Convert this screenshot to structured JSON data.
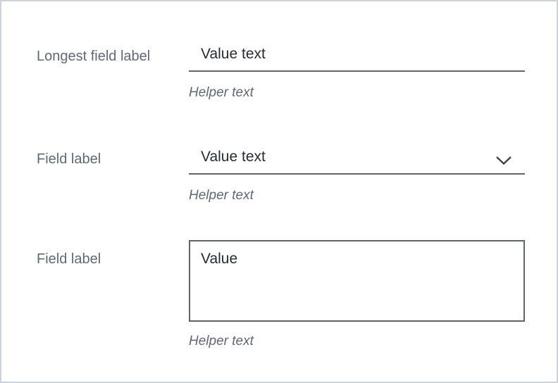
{
  "window": {
    "background": "#ffffff",
    "border_color": "#ccd2da"
  },
  "form": {
    "fields": [
      {
        "label": "Longest field label",
        "value": "Value text",
        "helper": "Helper text",
        "control": "text-input"
      },
      {
        "label": "Field label",
        "value": "Value text",
        "helper": "Helper text",
        "control": "select"
      },
      {
        "label": "Field label",
        "value": "Value",
        "helper": "Helper text",
        "control": "textarea"
      }
    ]
  },
  "icons": {
    "select_chevron": "chevron-down"
  },
  "colors": {
    "label_text": "#5f6876",
    "value_text": "#262b33",
    "helper_text": "#5f6876",
    "field_border": "#5e646c",
    "chevron": "#3b434e",
    "textarea_border": "#5e646c"
  }
}
